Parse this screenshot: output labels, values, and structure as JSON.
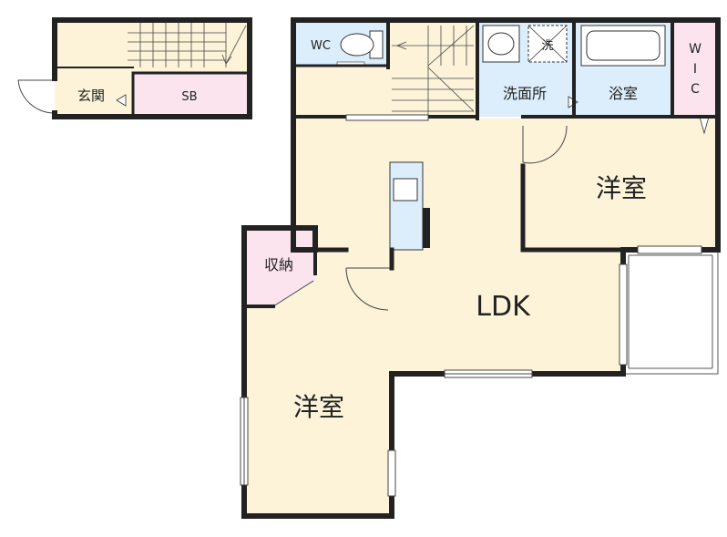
{
  "rooms": {
    "genkan": "玄関",
    "sb": "SB",
    "wc": "WC",
    "senmenjo": "洗面所",
    "yokushitsu": "浴室",
    "wic": [
      "W",
      "I",
      "C"
    ],
    "yoshitsu_right": "洋室",
    "shuno": "収納",
    "ldk": "LDK",
    "yoshitsu_left": "洋室",
    "washer_mark": "洗"
  },
  "colors": {
    "floor": "#fcf3d9",
    "wet": "#dceefb",
    "storage": "#fbe4ee",
    "wall": "#222222"
  }
}
